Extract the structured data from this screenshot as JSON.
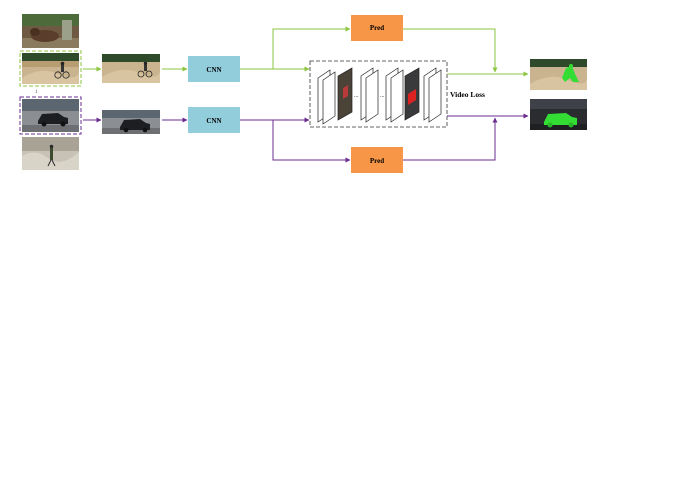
{
  "diagram": {
    "cnn_top_label": "CNN",
    "cnn_bottom_label": "CNN",
    "pred_top_label": "Pred",
    "pred_bottom_label": "Pred",
    "loss_label": "Video Loss",
    "dots": "...",
    "small_mark": "1"
  },
  "colors": {
    "green_path": "#8cc63f",
    "purple_path": "#6a2c91",
    "cnn_fill": "#92cddc",
    "pred_fill": "#f79646",
    "mask_green": "#33dd33",
    "mask_red": "#dd2222"
  },
  "images": [
    "bear-in-forest",
    "bmx-rider-on-dirt",
    "car-on-street",
    "person-walking-on-rocks",
    "bmx-rider-crop",
    "car-crop",
    "segmented-bmx-rider",
    "segmented-car"
  ]
}
